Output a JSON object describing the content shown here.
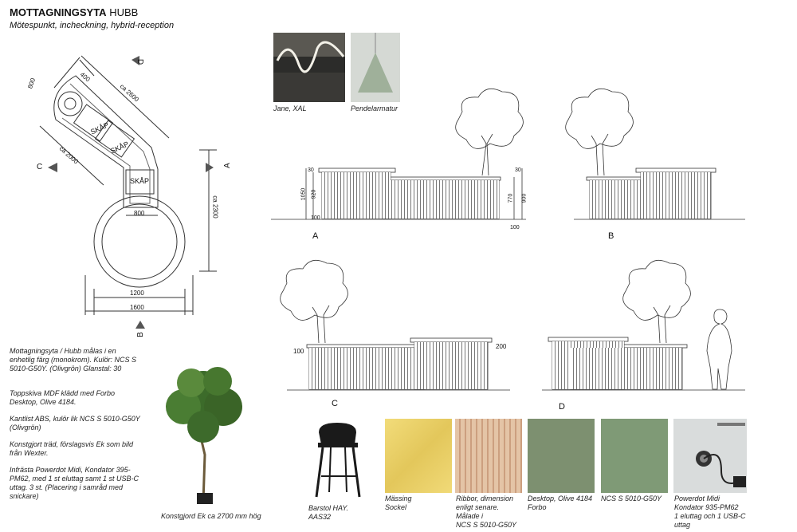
{
  "header": {
    "title_bold": "MOTTAGNINGSYTA",
    "title_rest": " HUBB",
    "subtitle": "Mötespunkt, incheckning, hybrid-reception"
  },
  "plan": {
    "cabinet_label": "SKÅP",
    "dims": {
      "d800_top": "800",
      "d400": "400",
      "d2600": "ca 2600",
      "d2000": "ca 2000",
      "d800_mid": "800",
      "d2300": "ca 2300",
      "d1200": "1200",
      "d1600": "1600"
    },
    "views": {
      "a": "A",
      "b": "B",
      "c": "C",
      "d": "D"
    }
  },
  "elevations": {
    "dims_a": {
      "d30": "30",
      "d920": "920",
      "d1050": "1050",
      "d100": "100",
      "d770": "770",
      "d900": "900",
      "d30b": "30",
      "d100b": "100"
    },
    "dims_c": {
      "d100": "100",
      "d200": "200"
    },
    "labels": {
      "a": "A",
      "b": "B",
      "c": "C",
      "d": "D"
    }
  },
  "photos": {
    "jane": "Jane, XAL",
    "pendel": "Pendelarmatur"
  },
  "notes": [
    "Mottagningsyta / Hubb målas i en enhetlig färg (monokrom). Kulör: NCS S 5010-G50Y. (Olivgrön) Glanstal: 30",
    "Toppskiva MDF klädd med Forbo Desktop, Olive 4184.",
    "Kantlist ABS, kulör lik NCS S 5010-G50Y (Olivgrön)",
    "Konstgjort träd, förslagsvis Ek som bild från Wexter.",
    "Infrästa Powerdot Midi, Kondator 395-PM62, med 1 st eluttag samt 1 st USB-C uttag. 3 st. (Placering i samråd med snickare)"
  ],
  "tree_caption": "Konstgjord Ek ca 2700 mm hög",
  "materials": [
    {
      "caption": "Barstol HAY.\nAAS32",
      "color": "#1a1a1a"
    },
    {
      "caption": "Mässing\nSockel",
      "color": "#e6cf6b"
    },
    {
      "caption": "Ribbor, dimension\nenligt senare.\nMålade i\nNCS S 5010-G50Y",
      "color": "#d9b294"
    },
    {
      "caption": "Desktop, Olive 4184\nForbo",
      "color": "#7d9070"
    },
    {
      "caption": "NCS S 5010-G50Y",
      "color": "#7f9a76"
    },
    {
      "caption": "Powerdot Midi\nKondator 935-PM62\n1 eluttag och 1 USB-C\nuttag",
      "color": "#d9dcdc"
    }
  ]
}
